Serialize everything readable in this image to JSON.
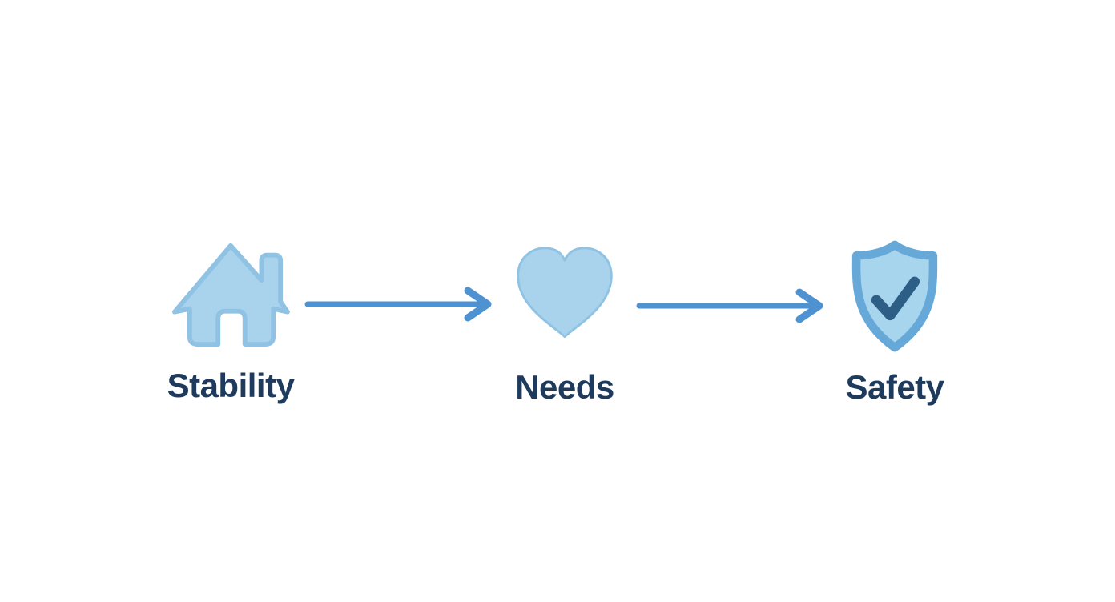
{
  "diagram": {
    "type": "flow",
    "direction": "left-to-right",
    "steps": [
      {
        "label": "Stability",
        "icon": "house-icon"
      },
      {
        "label": "Needs",
        "icon": "heart-icon"
      },
      {
        "label": "Safety",
        "icon": "shield-check-icon"
      }
    ],
    "connectors": [
      {
        "from": "Stability",
        "to": "Needs",
        "style": "arrow-right"
      },
      {
        "from": "Needs",
        "to": "Safety",
        "style": "arrow-right"
      }
    ],
    "colors": {
      "background": "#ffffff",
      "icon_fill": "#a9d3ec",
      "icon_edge": "#8fc2e3",
      "shield_fill": "#a7d5ee",
      "shield_border": "#66a9d9",
      "check_color": "#2d5f86",
      "arrow_color": "#4e92d2",
      "label_text": "#1e3a5c"
    }
  }
}
